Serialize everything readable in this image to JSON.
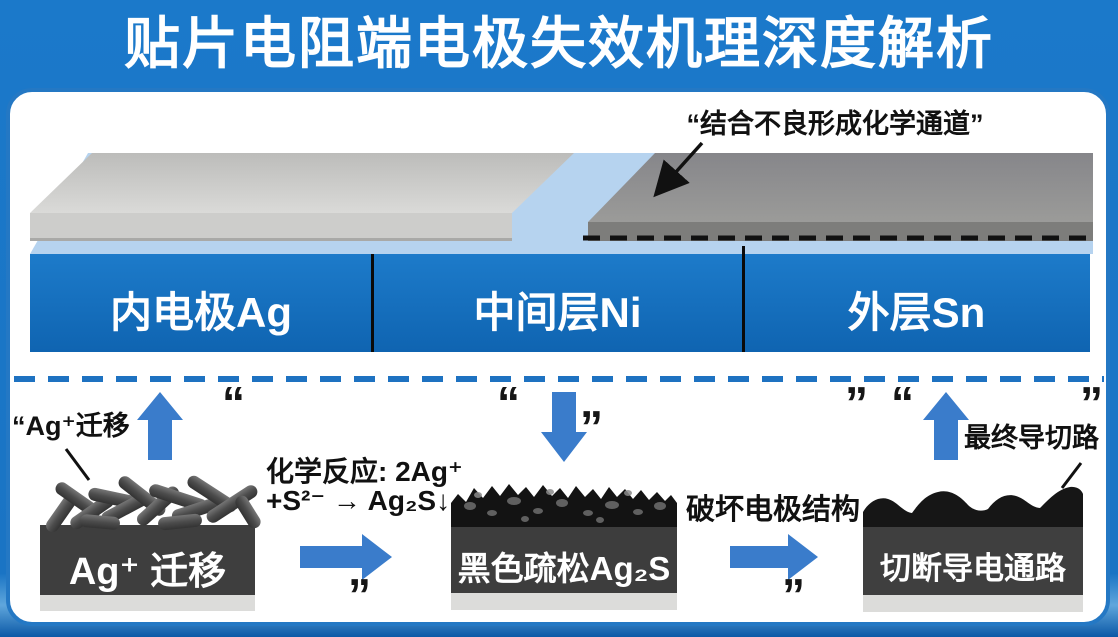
{
  "header": {
    "title": "贴片电阻端电极失效机理深度解析"
  },
  "diagram": {
    "annotation": "“结合不良形成化学通道”",
    "layers": [
      {
        "label": "内电极Ag"
      },
      {
        "label": "中间层Ni"
      },
      {
        "label": "外层Sn"
      }
    ]
  },
  "process": {
    "migration_note": "“Ag⁺迁移",
    "reaction_line1": "化学反应: 2Ag⁺",
    "reaction_line2": "+S²⁻ → Ag₂S↓",
    "destroy_note": "破坏电极结构",
    "final_note": "最终导切路",
    "boxes": [
      {
        "label": "Ag⁺ 迁移"
      },
      {
        "label": "黑色疏松Ag₂S"
      },
      {
        "label": "切断导电通路"
      }
    ],
    "quotes": {
      "open": "“",
      "close": "”"
    }
  },
  "colors": {
    "header_blue": "#1a74c4",
    "electrode_bar_blue": "#1270c0",
    "arrow_blue": "#3a7ccb",
    "panel_border_blue": "#2478c4",
    "ag_slab_gray": "#d2d2d0",
    "sn_slab_gray": "#8f8f8d",
    "ni_surface_blue": "#b6d3ef",
    "box_charcoal": "#3d3d3d"
  }
}
